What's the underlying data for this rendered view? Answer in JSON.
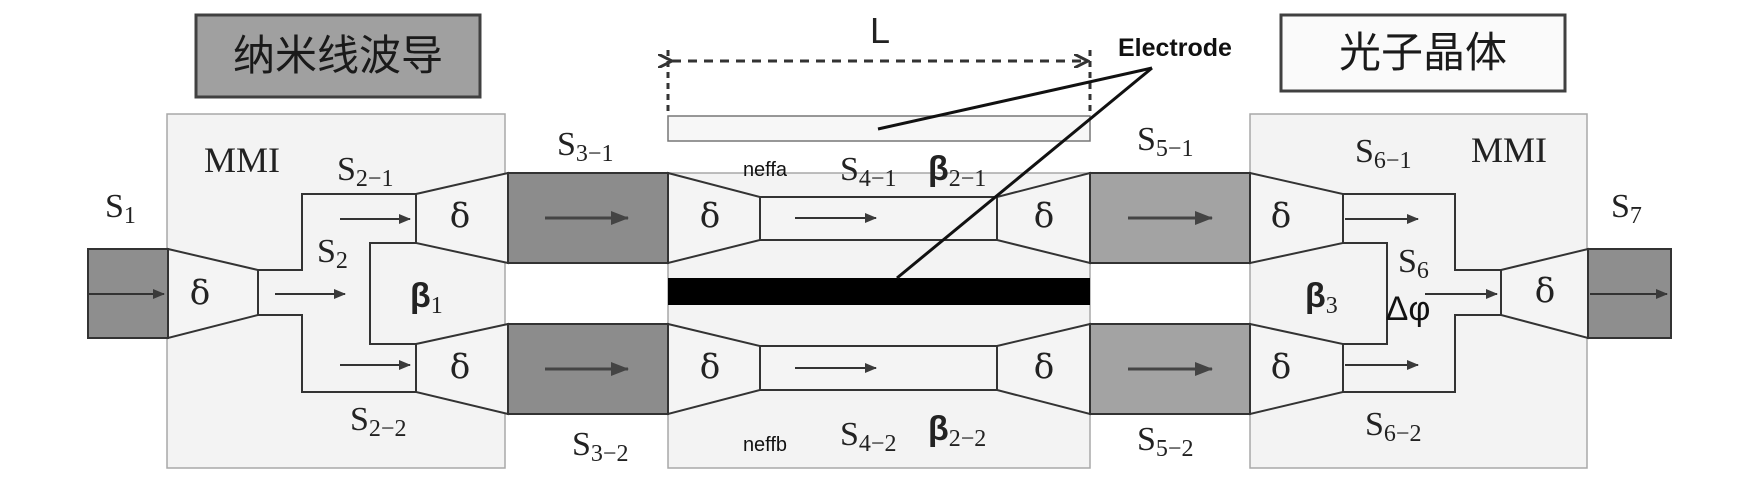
{
  "labels": {
    "nanowire": "纳米线波导",
    "photonic": "光子晶体",
    "length": "L",
    "electrode": "Electrode",
    "mmi_left": "MMI",
    "mmi_right": "MMI",
    "neffa": "neffa",
    "neffb": "neffb",
    "delta": "δ",
    "dphi": "Δφ",
    "beta_char": "β"
  },
  "ports": {
    "s1": {
      "main": "S",
      "sub": "1"
    },
    "s2": {
      "main": "S",
      "sub": "2"
    },
    "s2_1": {
      "main": "S",
      "sub": "2−1"
    },
    "s2_2": {
      "main": "S",
      "sub": "2−2"
    },
    "s3_1": {
      "main": "S",
      "sub": "3−1"
    },
    "s3_2": {
      "main": "S",
      "sub": "3−2"
    },
    "s4_1": {
      "main": "S",
      "sub": "4−1"
    },
    "s4_2": {
      "main": "S",
      "sub": "4−2"
    },
    "s5_1": {
      "main": "S",
      "sub": "5−1"
    },
    "s5_2": {
      "main": "S",
      "sub": "5−2"
    },
    "s6": {
      "main": "S",
      "sub": "6"
    },
    "s6_1": {
      "main": "S",
      "sub": "6−1"
    },
    "s6_2": {
      "main": "S",
      "sub": "6−2"
    },
    "s7": {
      "main": "S",
      "sub": "7"
    }
  },
  "betas": {
    "b1": {
      "main": "β",
      "sub": "1"
    },
    "b3": {
      "main": "β",
      "sub": "3"
    },
    "b2_1": {
      "main": "β",
      "sub": "2−1"
    },
    "b2_2": {
      "main": "β",
      "sub": "2−2"
    }
  },
  "colors": {
    "dark_waveguide": "#8c8c8c",
    "pc_waveguide": "#a3a3a3",
    "panel_fill": "#f2f2f2",
    "taper_fill": "#f4f4f4",
    "electrode_bar": "#000000",
    "line": "#3a3a3a"
  }
}
